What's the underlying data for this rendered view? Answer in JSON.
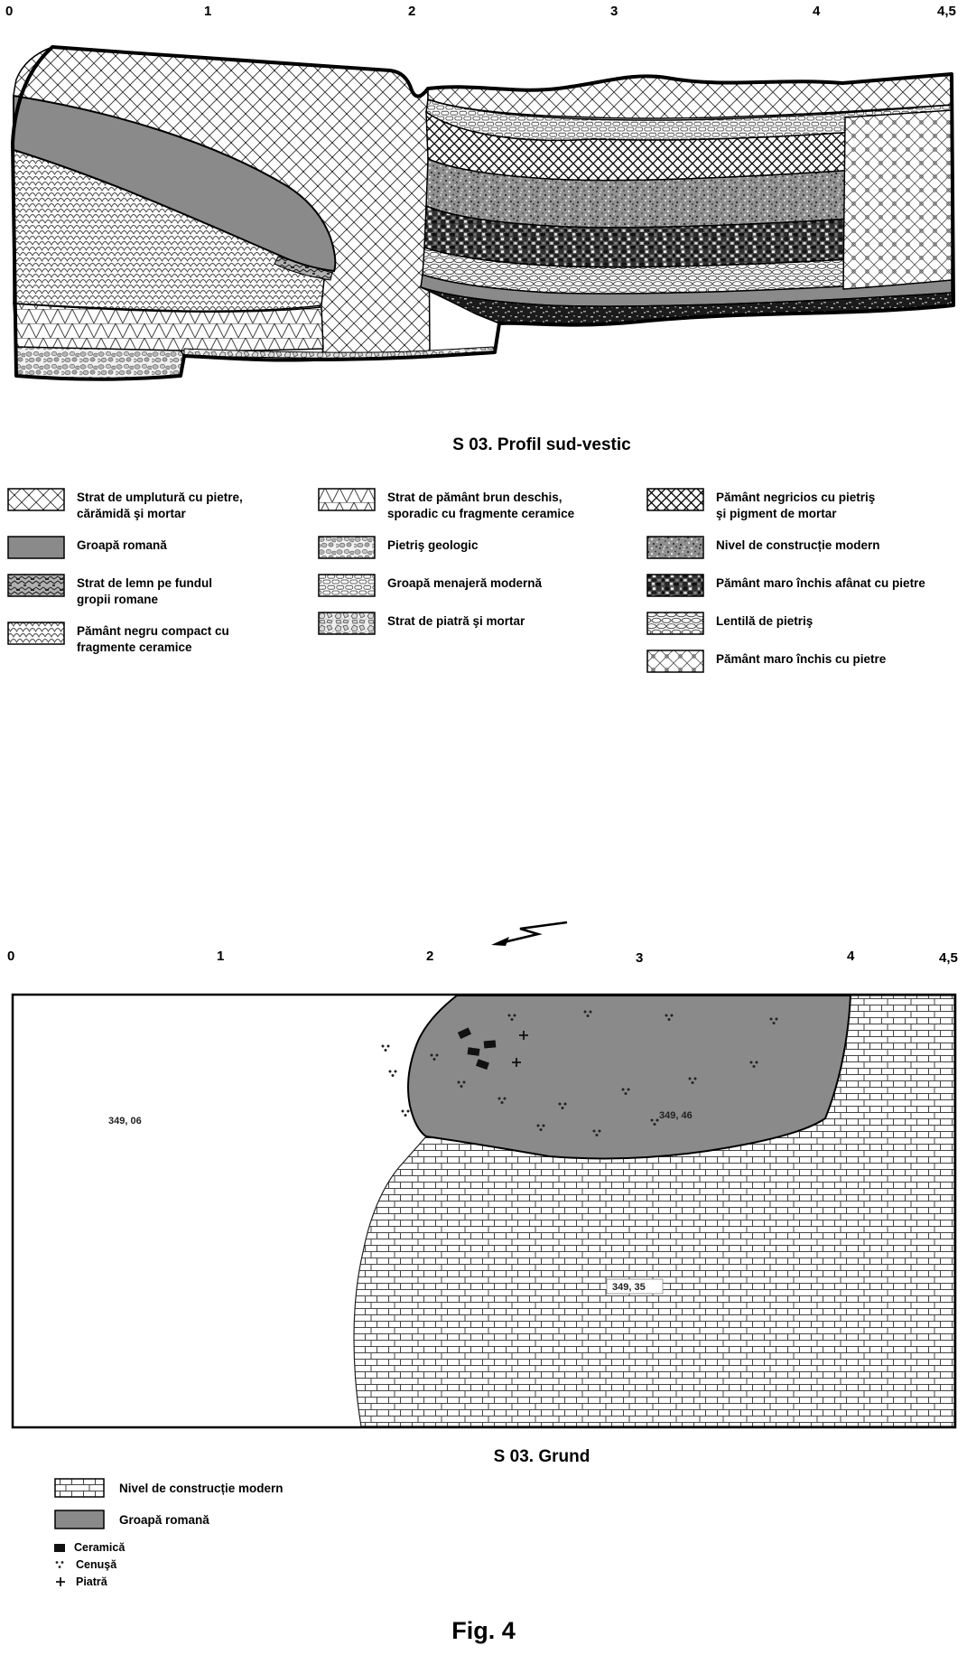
{
  "rulers": {
    "top": [
      "0",
      "1",
      "2",
      "3",
      "4",
      "4,5"
    ],
    "bottom": [
      "0",
      "1",
      "2",
      "3",
      "4",
      "4,5"
    ]
  },
  "profile": {
    "title": "S 03. Profil sud-vestic"
  },
  "plan": {
    "title": "S 03. Grund",
    "elevations": {
      "left": "349, 06",
      "right": "349, 46",
      "lower": "349, 35"
    }
  },
  "profile_legend": {
    "items": [
      {
        "label": "Strat de umplutură cu pietre,\ncărămidă şi mortar"
      },
      {
        "label": "Groapă romană"
      },
      {
        "label": "Strat de lemn pe fundul\ngropii romane"
      },
      {
        "label": "Pământ negru compact cu\nfragmente ceramice"
      },
      {
        "label": "Strat de pământ brun deschis,\nsporadic cu fragmente ceramice"
      },
      {
        "label": "Pietriş geologic"
      },
      {
        "label": "Groapă menajeră modernă"
      },
      {
        "label": "Strat de piatră şi mortar"
      },
      {
        "label": "Pământ negricios cu pietriş\nşi pigment de mortar"
      },
      {
        "label": "Nivel de construcție modern"
      },
      {
        "label": "Pământ maro închis afânat cu pietre"
      },
      {
        "label": "Lentilă de pietriş"
      },
      {
        "label": "Pământ maro închis cu pietre"
      }
    ]
  },
  "plan_legend": {
    "items": [
      {
        "label": "Nivel de construcție modern"
      },
      {
        "label": "Groapă romană"
      },
      {
        "label": "Ceramică"
      },
      {
        "label": "Cenuşă"
      },
      {
        "label": "Piatră"
      }
    ]
  },
  "figure": {
    "caption": "Fig. 4"
  },
  "colors": {
    "pit_gray": "#8a8a8a",
    "ink": "#000000"
  }
}
